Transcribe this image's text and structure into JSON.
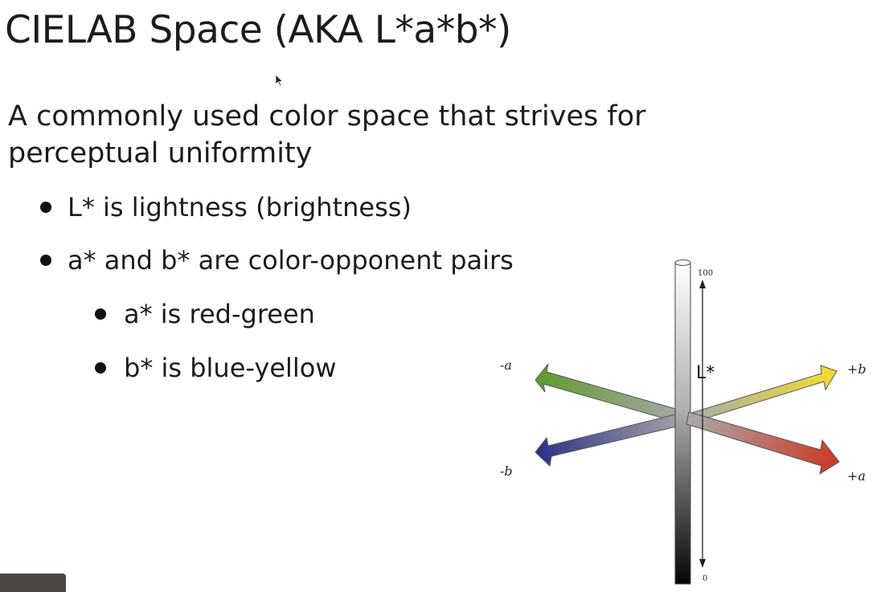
{
  "slide": {
    "title": "CIELAB Space (AKA L*a*b*)",
    "intro": "A commonly used color space that strives for perceptual uniformity",
    "bullets": [
      "L* is lightness (brightness)",
      "a* and b* are color-opponent pairs"
    ],
    "sub_bullets": [
      "a* is red-green",
      "b* is blue-yellow"
    ]
  },
  "diagram": {
    "labels": {
      "l_top": "100",
      "l_bottom": "0",
      "l_axis": "L*",
      "neg_a": "-a",
      "pos_a": "+a",
      "neg_b": "-b",
      "pos_b": "+b"
    },
    "colors": {
      "green": "#5e9a2c",
      "red": "#d0341e",
      "blue": "#2a2f86",
      "yellow": "#f2e02a",
      "neutral": "#a9a9a9"
    }
  }
}
